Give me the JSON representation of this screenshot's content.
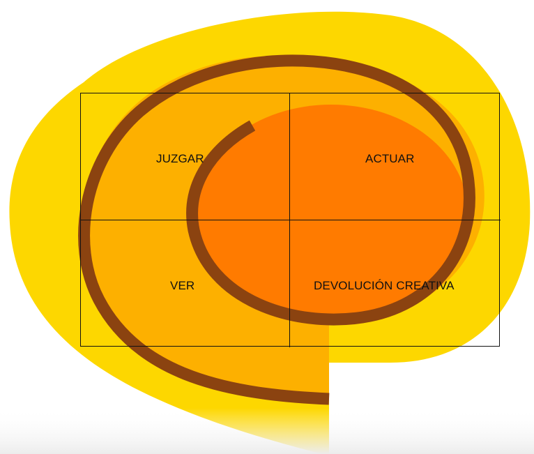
{
  "diagram": {
    "quadrants": [
      {
        "key": "top-left",
        "label": "JUZGAR"
      },
      {
        "key": "top-right",
        "label": "ACTUAR"
      },
      {
        "key": "bottom-left",
        "label": "VER"
      },
      {
        "key": "bottom-right",
        "label": "DEVOLUCIÓN CREATIVA"
      }
    ],
    "colors": {
      "outer_blob": "#FDD700",
      "middle_blob": "#FDB000",
      "inner_circle": "#FF7B00",
      "spiral_stroke": "#8B4310",
      "grid_lines": "#111111",
      "label_text": "#111111",
      "background": "#FFFFFF"
    }
  }
}
